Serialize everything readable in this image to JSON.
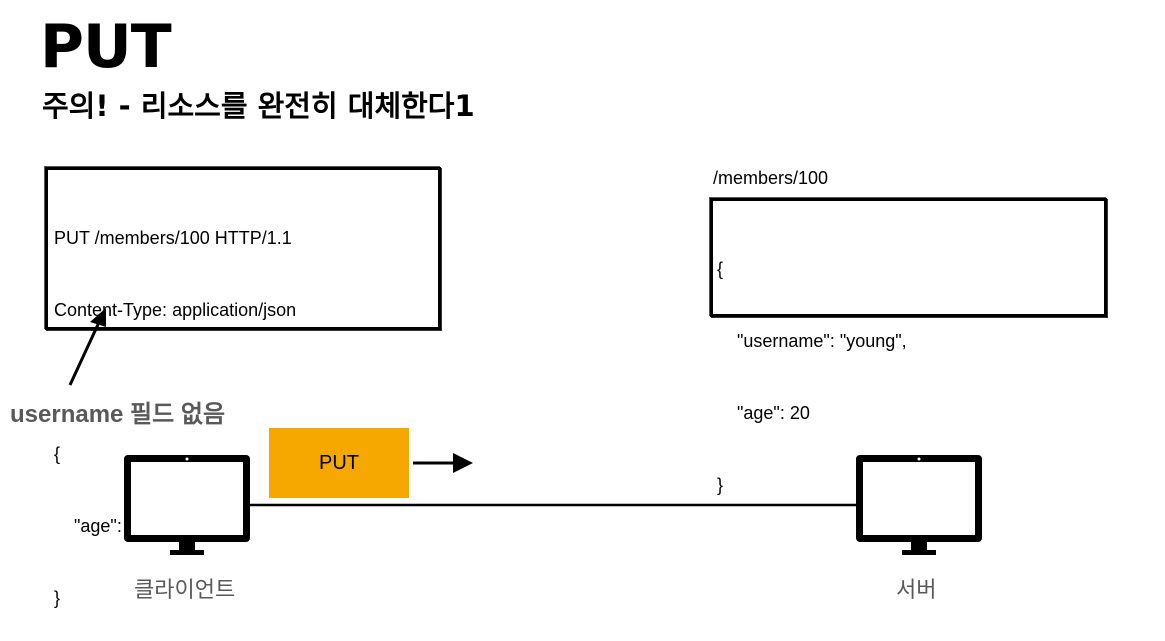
{
  "slide": {
    "title": "PUT",
    "subtitle": "주의! - 리소스를 완전히 대체한다1"
  },
  "request": {
    "lines": [
      "PUT /members/100 HTTP/1.1",
      "Content-Type: application/json",
      "",
      "{",
      "    \"age\": 50",
      "}"
    ]
  },
  "resource": {
    "path": "/members/100",
    "lines": [
      "{",
      "    \"username\": \"young\",",
      "    \"age\": 20",
      "}"
    ]
  },
  "annotation": {
    "text": "username 필드 없음"
  },
  "method_badge": {
    "label": "PUT",
    "color": "#f6a800"
  },
  "client": {
    "label": "클라이언트",
    "icon": "monitor-icon"
  },
  "server": {
    "label": "서버",
    "icon": "monitor-icon"
  }
}
